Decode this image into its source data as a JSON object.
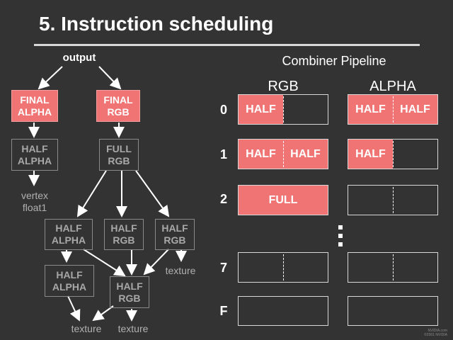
{
  "title": "5. Instruction scheduling",
  "tree": {
    "output_label": "output",
    "final_alpha": "FINAL\nALPHA",
    "final_rgb": "FINAL\nRGB",
    "half_alpha_1": "HALF\nALPHA",
    "full_rgb": "FULL\nRGB",
    "vertex_label": "vertex\nfloat1",
    "half_alpha_2": "HALF\nALPHA",
    "half_rgb_1": "HALF\nRGB",
    "half_rgb_2": "HALF\nRGB",
    "texture_right": "texture",
    "half_alpha_3": "HALF\nALPHA",
    "half_rgb_3": "HALF\nRGB",
    "texture_bottom_left": "texture",
    "texture_bottom_right": "texture"
  },
  "pipeline": {
    "title": "Combiner Pipeline",
    "col_rgb": "RGB",
    "col_alpha": "ALPHA",
    "rows": [
      {
        "label": "0",
        "rgb": {
          "left": "HALF",
          "right": ""
        },
        "alpha": {
          "left": "HALF",
          "right": "HALF"
        }
      },
      {
        "label": "1",
        "rgb": {
          "left": "HALF",
          "right": "HALF"
        },
        "alpha": {
          "left": "HALF",
          "right": ""
        }
      },
      {
        "label": "2",
        "rgb_full": "FULL",
        "alpha": {
          "left": "",
          "right": ""
        }
      },
      {
        "label": "7",
        "rgb": {
          "left": "",
          "right": ""
        },
        "alpha": {
          "left": "",
          "right": ""
        }
      },
      {
        "label": "F",
        "rgb": {
          "left": "",
          "right": ""
        },
        "alpha": {
          "left": "",
          "right": ""
        }
      }
    ]
  },
  "footer": "NVIDIA.com\n©2001 NVIDIA",
  "colors": {
    "background": "#333333",
    "active": "#f07474",
    "inactive_border": "#8a8a8a"
  }
}
